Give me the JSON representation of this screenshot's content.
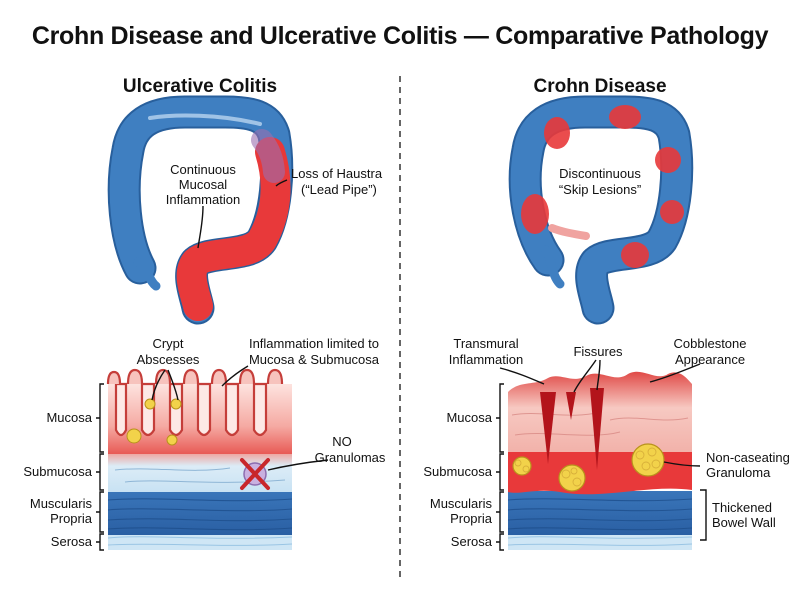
{
  "title": "Crohn Disease and Ulcerative Colitis — Comparative Pathology",
  "panels": {
    "uc": {
      "title": "Ulcerative Colitis",
      "colon_labels": {
        "continuous": [
          "Continuous",
          "Mucosal",
          "Inflammation"
        ],
        "haustra": [
          "Loss of Haustra",
          "(“Lead Pipe”)"
        ]
      },
      "wall_labels": {
        "crypt": [
          "Crypt",
          "Abscesses"
        ],
        "limited": [
          "Inflammation limited to",
          "Mucosa & Submucosa"
        ],
        "no_granulomas": [
          "NO",
          "Granulomas"
        ]
      }
    },
    "cd": {
      "title": "Crohn Disease",
      "colon_labels": {
        "skip": [
          "Discontinuous",
          "“Skip Lesions”"
        ]
      },
      "wall_labels": {
        "transmural": [
          "Transmural",
          "Inflammation"
        ],
        "fissures": [
          "Fissures"
        ],
        "cobblestone": [
          "Cobblestone",
          "Appearance"
        ],
        "granuloma": [
          "Non-caseating",
          "Granuloma"
        ],
        "thickened": [
          "Thickened",
          "Bowel Wall"
        ]
      }
    }
  },
  "layers": {
    "mucosa": [
      "Mucosa"
    ],
    "submucosa": [
      "Submucosa"
    ],
    "muscularis": [
      "Muscularis",
      "Propria"
    ],
    "serosa": [
      "Serosa"
    ]
  },
  "colors": {
    "healthy_colon": "#3f7fc1",
    "inflamed": "#e8393a",
    "muscle": "#2e67ad",
    "submucosa_healthy": "#cfe6f5",
    "mucosa_inflamed": "#f3b3ac",
    "granuloma": "#f2d24a"
  }
}
